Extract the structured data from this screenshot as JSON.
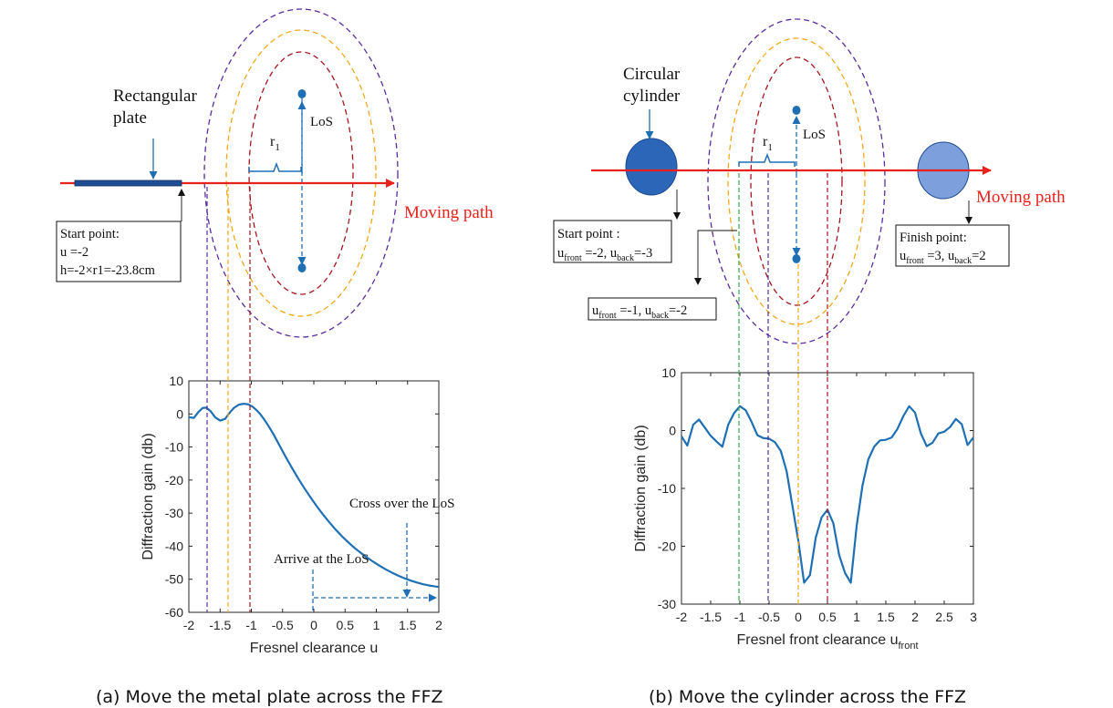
{
  "panel_a": {
    "caption": "(a) Move the metal plate across the FFZ",
    "labels": {
      "object": [
        "Rectangular",
        "plate"
      ],
      "los": "LoS",
      "r1": "r",
      "r1_sub": "1",
      "moving_path": "Moving path",
      "start_box": [
        "Start point:",
        "u =-2",
        "h=-2×r1=-23.8cm"
      ],
      "cross_over": "Cross over the LoS",
      "arrive": "Arrive at the LoS"
    },
    "colors": {
      "path": "#e8211b",
      "curve": "#1f6fb5",
      "purple": "#5b2d9e",
      "orange": "#f2a81d",
      "darkred": "#a3161f",
      "green": "#2fa84a"
    }
  },
  "panel_b": {
    "caption": "(b) Move the cylinder across the FFZ",
    "labels": {
      "object": [
        "Circular",
        "cylinder"
      ],
      "los": "LoS",
      "r1": "r",
      "r1_sub": "1",
      "moving_path": "Moving path",
      "start_title": "Start point :",
      "start_vals": {
        "a": "u",
        "a_sub": "front",
        "a_val": " =-2, u",
        "b_sub": "back",
        "b_val": "=-3"
      },
      "mid_vals": {
        "a": "u",
        "a_sub": "front",
        "a_val": " =-1, u",
        "b_sub": "back",
        "b_val": "=-2"
      },
      "finish_title": "Finish point:",
      "finish_vals": {
        "a": "u",
        "a_sub": "front",
        "a_val": " =3, u",
        "b_sub": "back",
        "b_val": "=2"
      }
    }
  },
  "chart_data": [
    {
      "type": "line",
      "xlabel": "Fresnel clearance u",
      "ylabel": "Diffraction gain (db)",
      "xlim": [
        -2,
        2
      ],
      "ylim": [
        -60,
        10
      ],
      "xticks": [
        -2,
        -1.5,
        -1,
        -0.5,
        0,
        0.5,
        1,
        1.5,
        2
      ],
      "xtick_labels": [
        "-2",
        "-1.5",
        "-1",
        "-0.5",
        "0",
        "0.5",
        "1",
        "1.5",
        "2"
      ],
      "yticks": [
        10,
        0,
        -10,
        -20,
        -30,
        -40,
        -50,
        -60
      ],
      "ytick_labels": [
        "10",
        "0",
        "-10",
        "-20",
        "-30",
        "-40",
        "-50",
        "-60"
      ],
      "markers_x": [
        -1.72,
        -1.38,
        -1.0
      ],
      "series": [
        {
          "x": [
            -2.0,
            -1.92,
            -1.85,
            -1.78,
            -1.72,
            -1.65,
            -1.58,
            -1.5,
            -1.42,
            -1.35,
            -1.28,
            -1.2,
            -1.12,
            -1.05,
            -0.98,
            -0.92,
            -0.86,
            -0.8,
            -0.72,
            -0.65,
            -0.55,
            -0.45,
            -0.35,
            -0.25,
            -0.15,
            -0.05,
            0.05,
            0.15,
            0.25,
            0.35,
            0.45,
            0.55,
            0.65,
            0.75,
            0.85,
            0.95,
            1.05,
            1.15,
            1.25,
            1.35,
            1.45,
            1.55,
            1.65,
            1.75,
            1.85,
            1.95,
            2.0
          ],
          "y": [
            -1.0,
            -1.2,
            0.5,
            1.8,
            1.9,
            0.8,
            -1.0,
            -2.0,
            -1.5,
            0.3,
            1.8,
            2.8,
            3.1,
            2.9,
            2.2,
            1.2,
            0.0,
            -1.5,
            -3.8,
            -6.0,
            -9.5,
            -13.0,
            -16.3,
            -19.5,
            -22.5,
            -25.3,
            -28.0,
            -30.5,
            -32.8,
            -35.0,
            -37.0,
            -38.8,
            -40.5,
            -42.0,
            -43.4,
            -44.7,
            -45.9,
            -47.0,
            -48.0,
            -48.9,
            -49.7,
            -50.4,
            -51.0,
            -51.5,
            -51.9,
            -52.2,
            -52.3
          ]
        }
      ]
    },
    {
      "type": "line",
      "xlabel": "Fresnel front clearance u",
      "xlabel_sub": "front",
      "ylabel": "Diffraction gain (db)",
      "xlim": [
        -2,
        3
      ],
      "ylim": [
        -30,
        10
      ],
      "xticks": [
        -2,
        -1.5,
        -1,
        -0.5,
        0,
        0.5,
        1,
        1.5,
        2,
        2.5,
        3
      ],
      "xtick_labels": [
        "-2",
        "-1.5",
        "-1",
        "-0.5",
        "0",
        "0.5",
        "1",
        "1.5",
        "2",
        "2.5",
        "3"
      ],
      "yticks": [
        10,
        0,
        -10,
        -20,
        -30
      ],
      "ytick_labels": [
        "10",
        "0",
        "-10",
        "-20",
        "-30"
      ],
      "markers_x": [
        -1.0,
        -0.5,
        0.0,
        0.5
      ],
      "series": [
        {
          "x": [
            -2.0,
            -1.9,
            -1.8,
            -1.7,
            -1.6,
            -1.5,
            -1.4,
            -1.3,
            -1.2,
            -1.1,
            -1.0,
            -0.9,
            -0.8,
            -0.7,
            -0.6,
            -0.5,
            -0.4,
            -0.3,
            -0.2,
            -0.1,
            0.0,
            0.1,
            0.2,
            0.3,
            0.4,
            0.5,
            0.6,
            0.7,
            0.8,
            0.9,
            1.0,
            1.1,
            1.2,
            1.3,
            1.4,
            1.5,
            1.6,
            1.7,
            1.8,
            1.9,
            2.0,
            2.1,
            2.2,
            2.3,
            2.4,
            2.5,
            2.6,
            2.7,
            2.8,
            2.9,
            3.0
          ],
          "y": [
            -1.0,
            -2.6,
            1.0,
            1.9,
            0.5,
            -0.9,
            -1.9,
            -2.8,
            1.0,
            3.0,
            4.2,
            3.5,
            1.5,
            -0.8,
            -1.3,
            -1.4,
            -2.0,
            -3.5,
            -7.0,
            -13.0,
            -19.0,
            -26.3,
            -25.0,
            -18.5,
            -15.0,
            -13.7,
            -16.0,
            -21.5,
            -24.6,
            -26.3,
            -16.5,
            -9.5,
            -5.0,
            -2.8,
            -1.7,
            -1.6,
            -1.2,
            0.3,
            2.5,
            4.2,
            3.1,
            -0.5,
            -2.7,
            -2.1,
            -0.5,
            -0.2,
            0.6,
            2.0,
            1.1,
            -2.5,
            -1.2
          ]
        }
      ]
    }
  ]
}
